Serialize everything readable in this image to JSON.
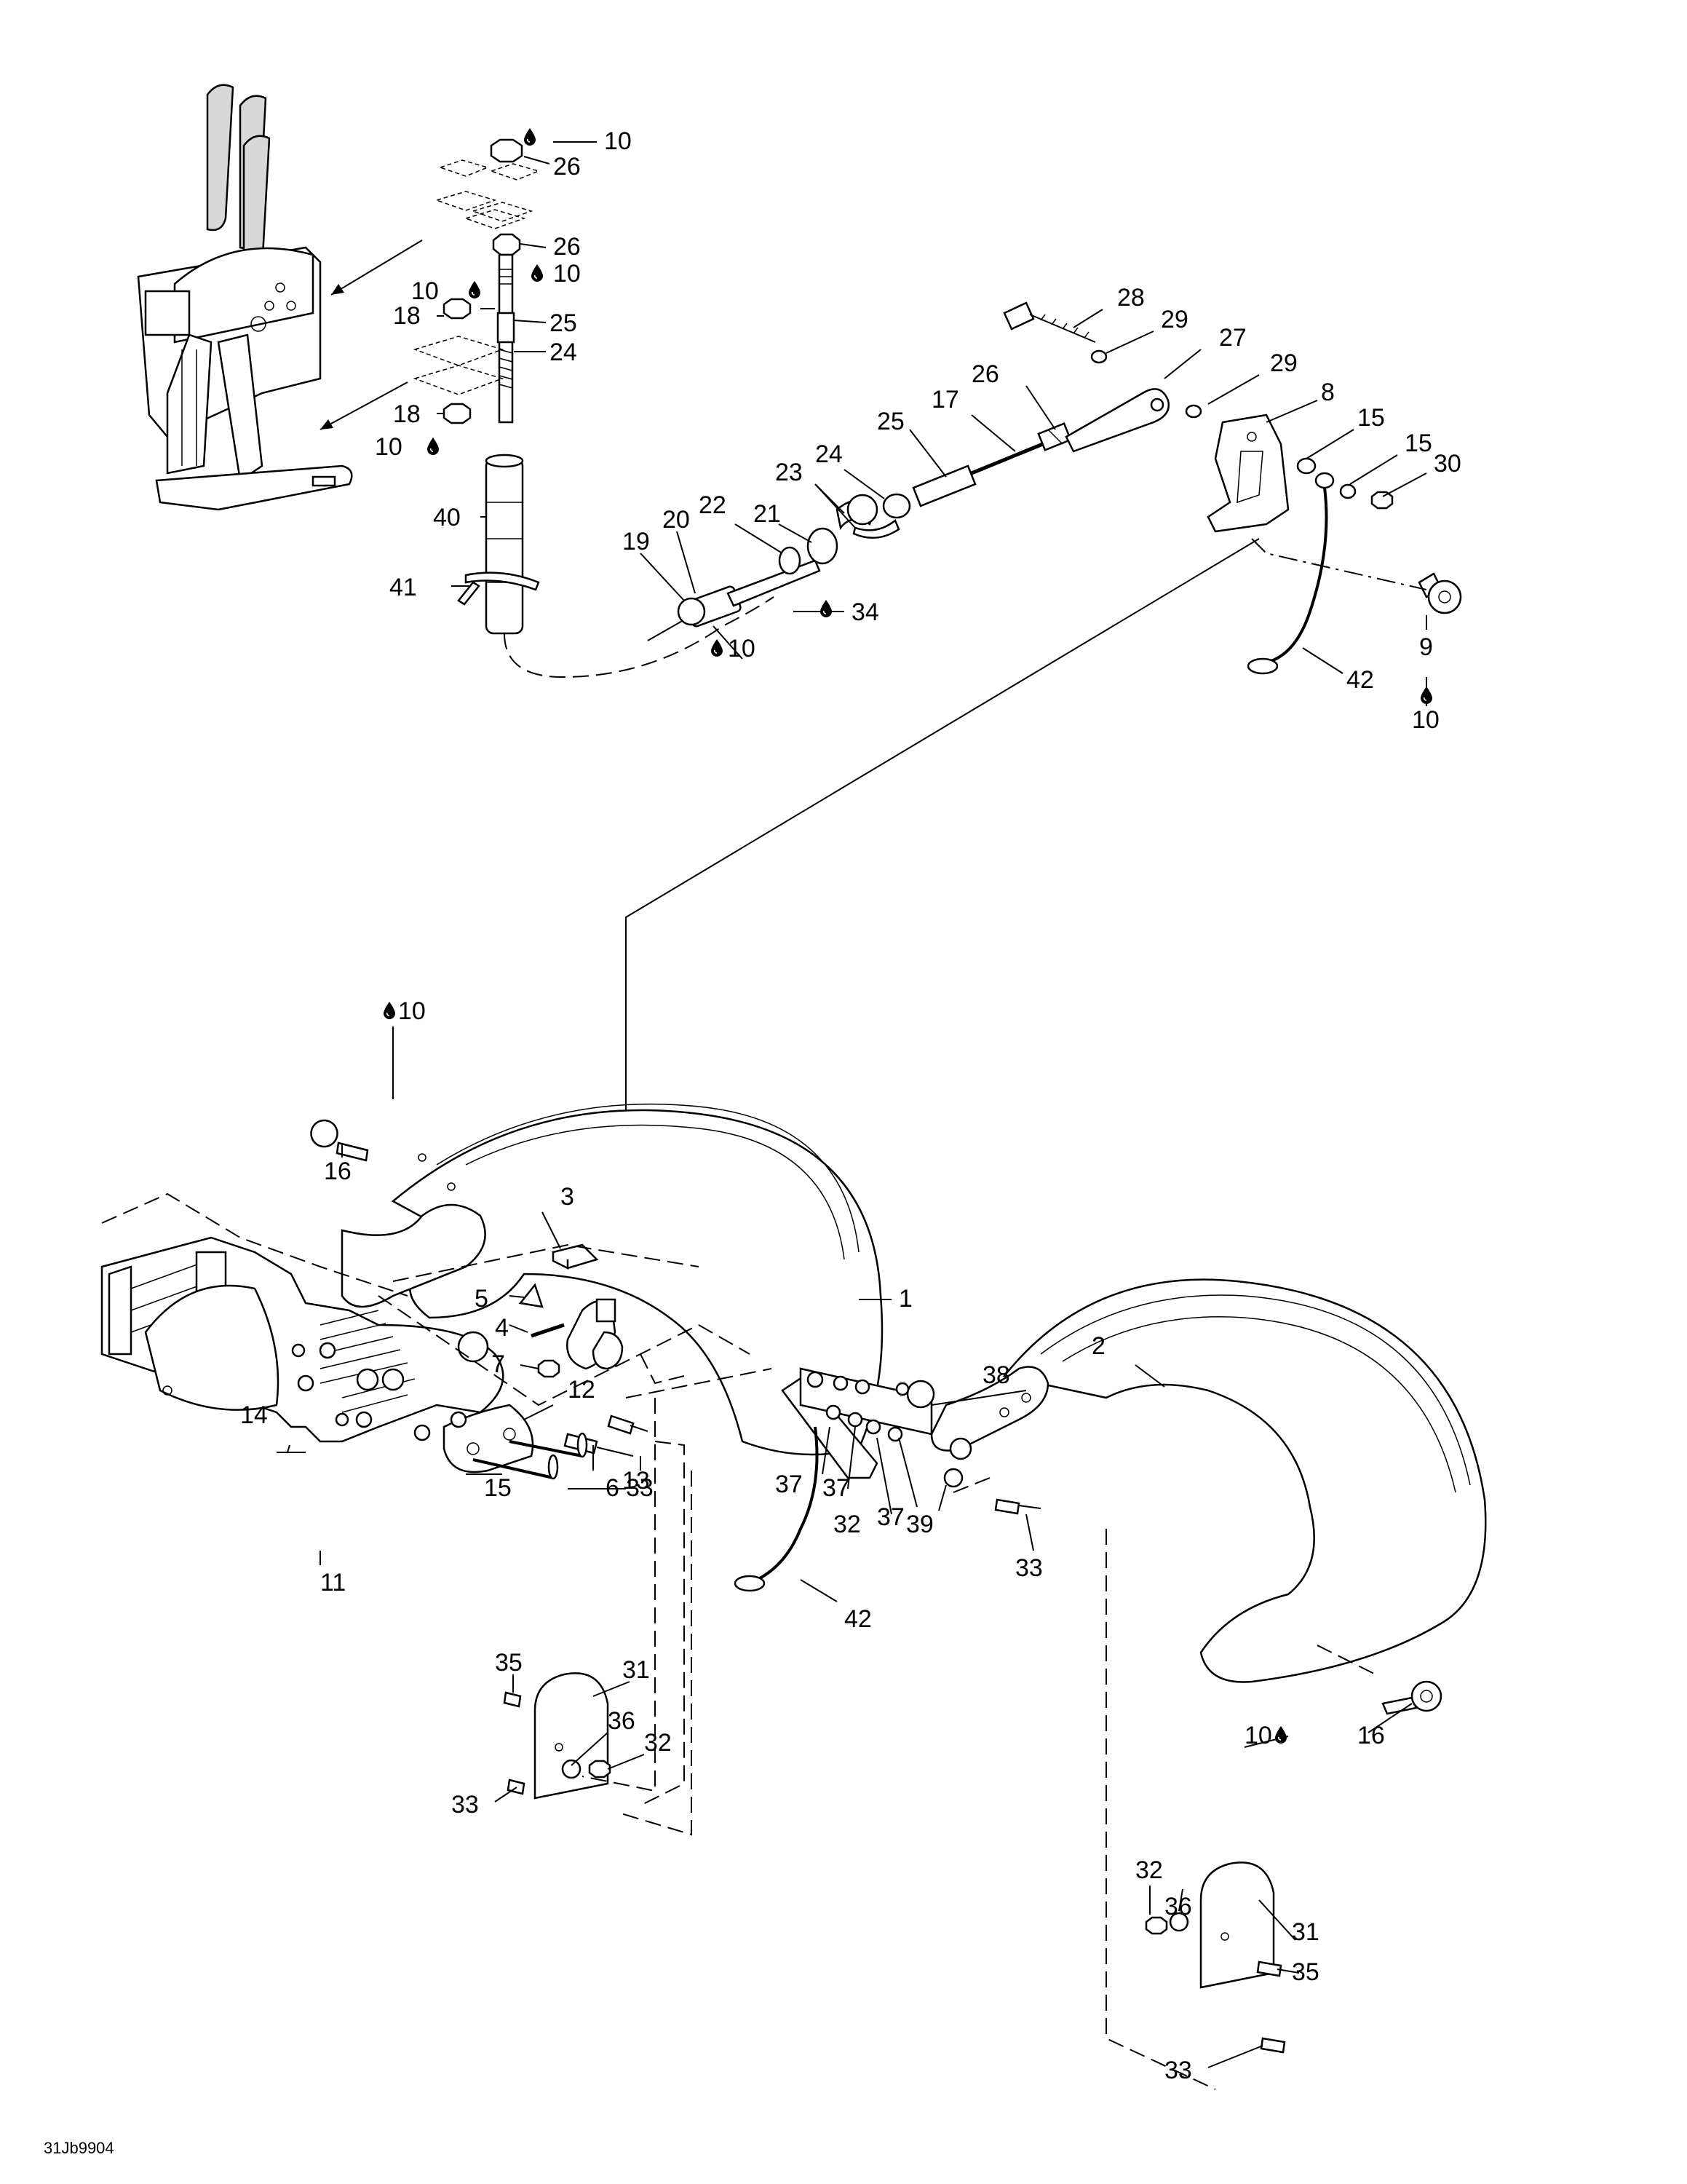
{
  "diagram": {
    "drawing_code": "31Jb9904",
    "labels": {
      "l1": "1",
      "l2": "2",
      "l3": "3",
      "l4": "4",
      "l5": "5",
      "l6": "6",
      "l7": "7",
      "l8": "8",
      "l9": "9",
      "l10": "10",
      "l11": "11",
      "l12": "12",
      "l13": "13",
      "l14": "14",
      "l15": "15",
      "l16": "16",
      "l17": "17",
      "l18": "18",
      "l19": "19",
      "l20": "20",
      "l21": "21",
      "l22": "22",
      "l23": "23",
      "l24": "24",
      "l25": "25",
      "l26": "26",
      "l27": "27",
      "l28": "28",
      "l29": "29",
      "l30": "30",
      "l31": "31",
      "l32": "32",
      "l33": "33",
      "l34": "34",
      "l35": "35",
      "l36": "36",
      "l37": "37",
      "l38": "38",
      "l39": "39",
      "l40": "40",
      "l41": "41",
      "l42": "42"
    },
    "icons": {
      "lubricant_drop": "oil-drop-icon"
    }
  }
}
